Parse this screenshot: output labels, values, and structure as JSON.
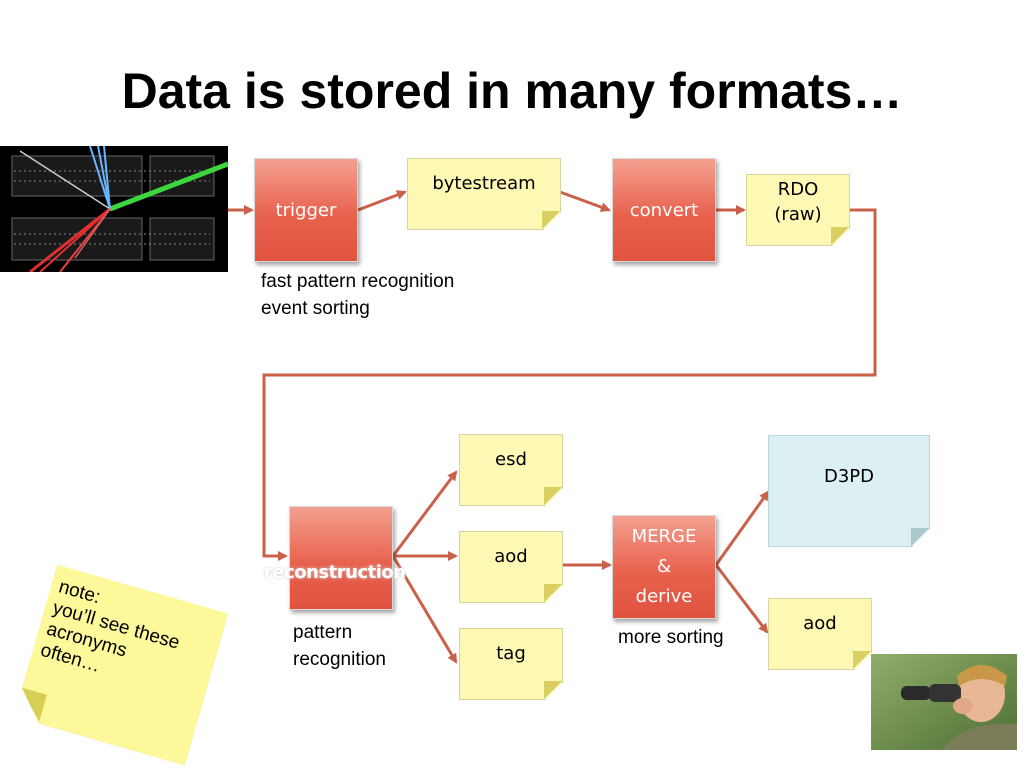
{
  "slide": {
    "title": "Data is stored in many formats…",
    "nodes": {
      "trigger": "trigger",
      "bytestream": "bytestream",
      "convert": "convert",
      "rdo_line1": "RDO",
      "rdo_line2": "(raw)",
      "reconstruction": "reconstruction",
      "esd": "esd",
      "aod": "aod",
      "tag": "tag",
      "merge_line1": "MERGE",
      "merge_line2": "&",
      "merge_line3": "derive",
      "d3pd": "D3PD",
      "aod2": "aod"
    },
    "captions": {
      "trigger_line1": "fast pattern recognition",
      "trigger_line2": "event sorting",
      "recon_line1": "pattern",
      "recon_line2": "recognition",
      "merge": "more sorting"
    },
    "sticky_note": {
      "line1": "note:",
      "line2": "you’ll see these",
      "line3": "acronyms",
      "line4": "often…"
    },
    "colors": {
      "process_box": "#e8624e",
      "data_note": "#fdf8b4",
      "d3pd_note": "#dcf0f3",
      "arrow": "#c9604a"
    },
    "icons": [
      "particle-event-display-image",
      "boy-with-binoculars-photo"
    ]
  }
}
